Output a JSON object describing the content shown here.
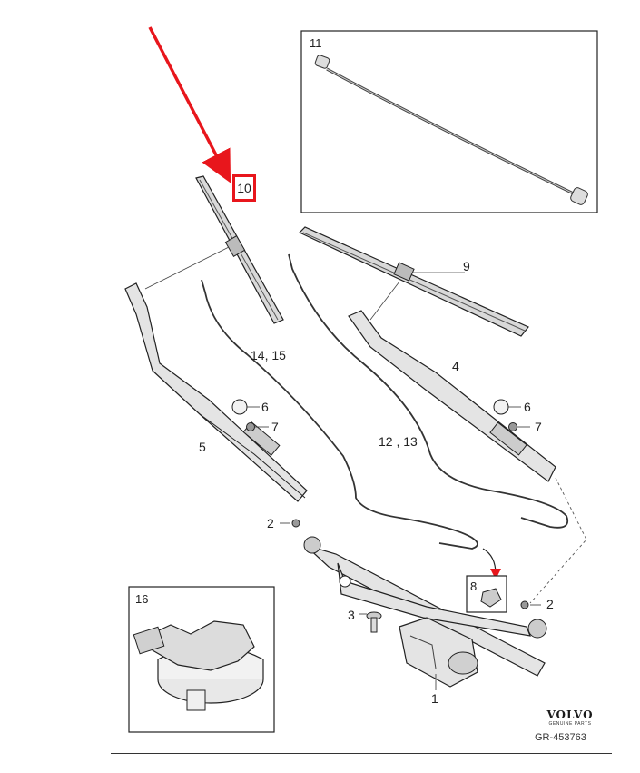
{
  "diagram": {
    "callout_label": "10",
    "parts": {
      "p1": "1",
      "p2a": "2",
      "p2b": "2",
      "p3": "3",
      "p4": "4",
      "p5": "5",
      "p6a": "6",
      "p6b": "6",
      "p7a": "7",
      "p7b": "7",
      "p8": "8",
      "p9": "9",
      "p11": "11",
      "p12_13": "12 , 13",
      "p14_15": "14, 15",
      "p16": "16"
    },
    "brand": "VOLVO",
    "brand_sub": "GENUINE PARTS",
    "reference": "GR-453763",
    "colors": {
      "arrow": "#e8161c",
      "line": "#2a2a2a",
      "fill": "#e4e4e4"
    }
  }
}
